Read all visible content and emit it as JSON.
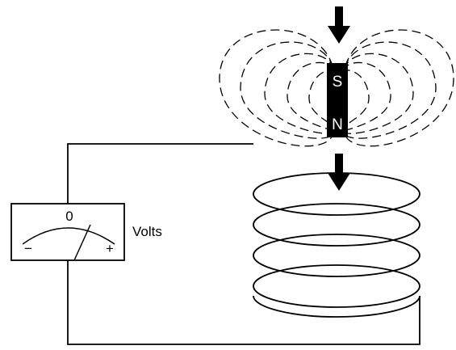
{
  "diagram": {
    "magnet": {
      "top_pole": "S",
      "bottom_pole": "N"
    },
    "meter": {
      "zero_label": "0",
      "minus_label": "−",
      "plus_label": "+",
      "unit_label": "Volts"
    },
    "colors": {
      "line": "#000000",
      "background": "#ffffff",
      "magnet_body": "#000000",
      "pole_text": "#ffffff"
    }
  }
}
